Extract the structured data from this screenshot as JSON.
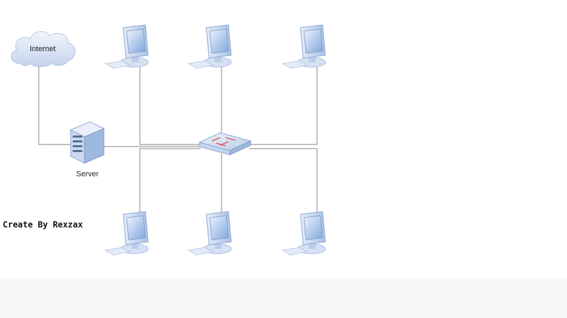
{
  "labels": {
    "internet": "Internet",
    "server": "Server",
    "credit": "Create By Rexzax"
  },
  "icons": {
    "cloud": "cloud-icon",
    "server": "server-tower-icon",
    "switch": "network-switch-icon",
    "workstation": "workstation-icon"
  },
  "colors": {
    "line": "#9a9a9a",
    "device_light": "#dbe7f7",
    "device_mid": "#b6cbe8",
    "device_dark": "#7f9cc8",
    "screen": "#8fb3e6",
    "switch_accent": "#e05050"
  }
}
